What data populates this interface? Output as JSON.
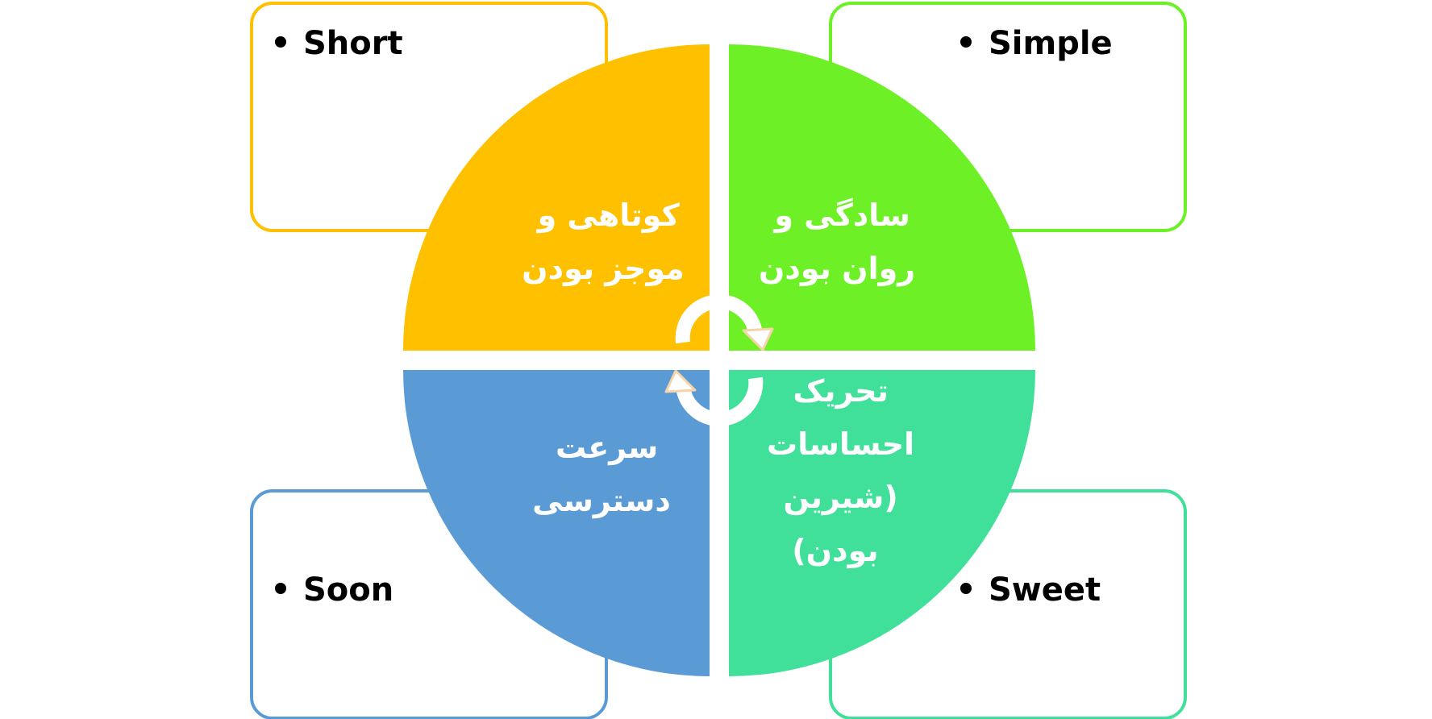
{
  "boxes": [
    {
      "id": "short",
      "label": "Short",
      "color": "#FFC000"
    },
    {
      "id": "simple",
      "label": "Simple",
      "color": "#6EF026"
    },
    {
      "id": "soon",
      "label": "Soon",
      "color": "#5B9BD5"
    },
    {
      "id": "sweet",
      "label": "Sweet",
      "color": "#41E09A"
    }
  ],
  "quadrants": {
    "top_left": {
      "color": "#FFC000",
      "lines": [
        "کوتاهی و",
        "موجز بودن"
      ]
    },
    "top_right": {
      "color": "#6EF026",
      "lines": [
        "سادگی و",
        "روان بودن"
      ]
    },
    "bottom_left": {
      "color": "#5B9BD5",
      "lines": [
        "سرعت",
        "دسترسی"
      ]
    },
    "bottom_right": {
      "color": "#41E09A",
      "lines": [
        "تحریک",
        "احساسات",
        "(شیرین",
        "بودن)"
      ]
    }
  },
  "cycle_arrows": {
    "color": "#FFFFFF",
    "outline": "#F6D3A8"
  }
}
